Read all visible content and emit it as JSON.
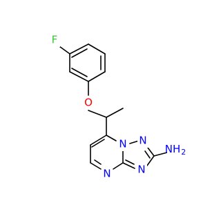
{
  "molecule": {
    "atoms": {
      "fluorine": {
        "label": "F",
        "color": "#33cc33"
      },
      "ether_oxygen": {
        "label": "O",
        "color": "#ff0000"
      },
      "n_fused_bridge": {
        "label": "N",
        "color": "#0000ff"
      },
      "n_triazole_2": {
        "label": "N",
        "color": "#0000ff"
      },
      "n_triazole_4": {
        "label": "N",
        "color": "#0000ff"
      },
      "n_pyrimidine": {
        "label": "N",
        "color": "#0000ff"
      },
      "amine": {
        "label": "NH",
        "subscript": "2",
        "color": "#0000ff"
      }
    },
    "bond_color": "#000000"
  }
}
